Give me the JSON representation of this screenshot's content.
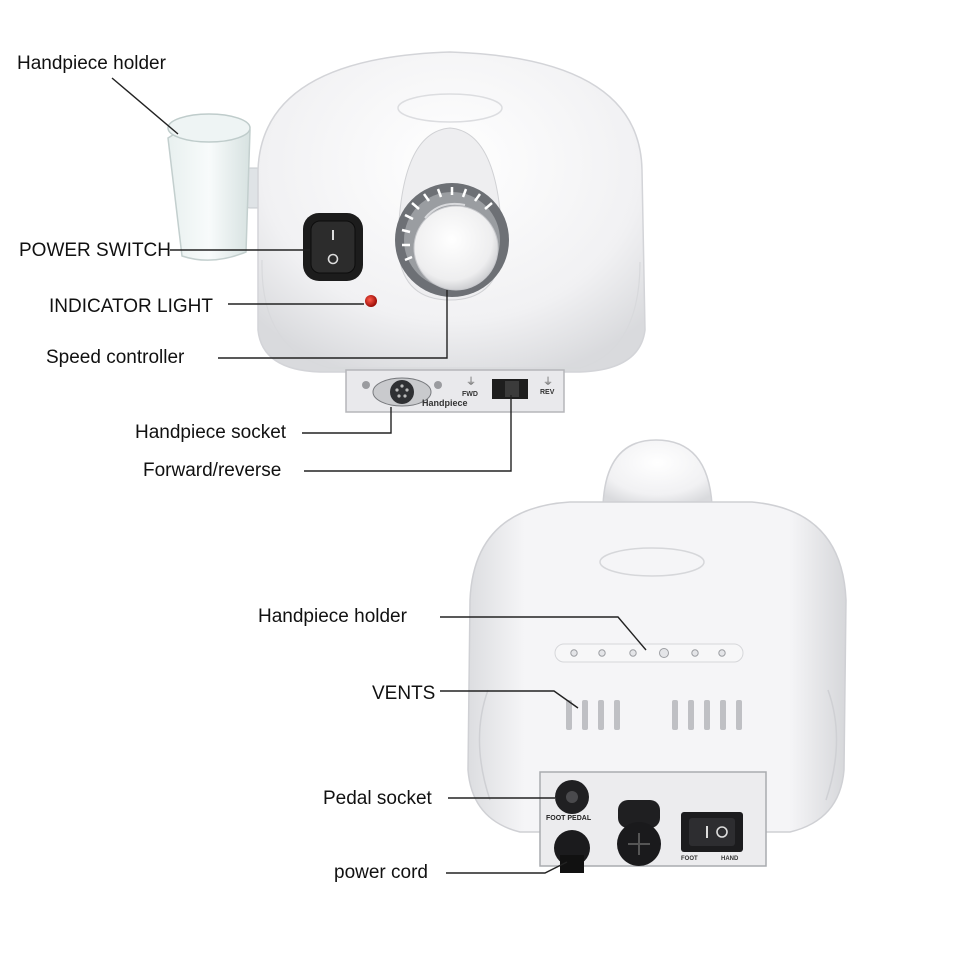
{
  "front_view": {
    "callouts": {
      "handpiece_holder": "Handpiece holder",
      "power_switch": "POWER SWITCH",
      "indicator_light": "INDICATOR LIGHT",
      "speed_controller": "Speed controller",
      "handpiece_socket": "Handpiece socket",
      "forward_reverse": "Forward/reverse"
    },
    "panel_print": {
      "socket_label": "Handpiece",
      "fwd": "FWD",
      "rev": "REV"
    }
  },
  "back_view": {
    "callouts": {
      "handpiece_holder": "Handpiece holder",
      "vents": "VENTS",
      "pedal_socket": "Pedal socket",
      "power_cord": "power cord"
    },
    "panel_print": {
      "foot_pedal": "FOOT PEDAL",
      "foot": "FOOT",
      "hand": "HAND"
    }
  },
  "icons": [
    "rocker-switch-icon",
    "indicator-light-icon",
    "speed-knob-icon",
    "din-socket-icon",
    "slide-switch-icon",
    "fuse-holder-icon"
  ],
  "colors": {
    "body": "#f3f3f5",
    "switch": "#1a1a1a",
    "indicator": "#c0140e",
    "leader_line": "#222222"
  }
}
